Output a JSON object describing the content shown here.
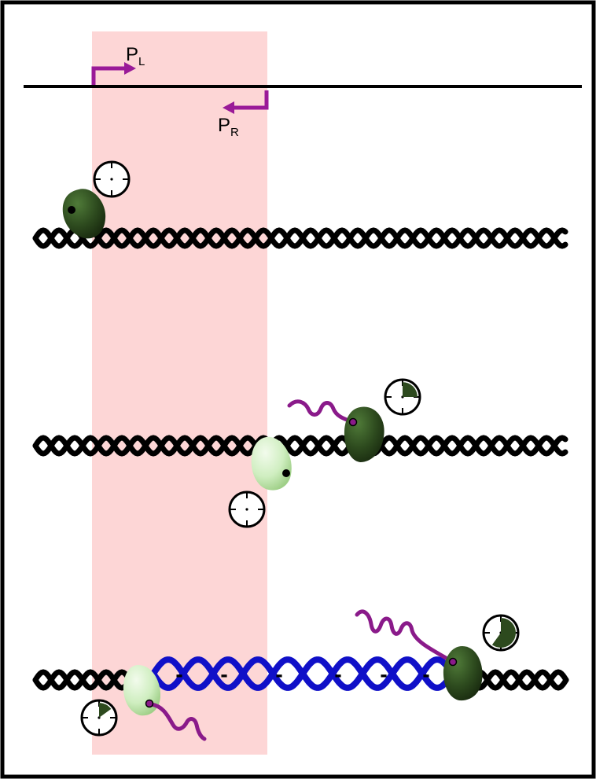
{
  "promoters": {
    "left": {
      "letter": "P",
      "subscript": "L"
    },
    "right": {
      "letter": "P",
      "subscript": "R"
    }
  },
  "colors": {
    "promoter_region": "#fdd6d6",
    "promoter_arrow": "#9a1a98",
    "dna": "#000000",
    "supercoiled_dna": "#1010c8",
    "polymerase_dark": "#2d4a1e",
    "polymerase_light": "#cfeec0",
    "rna": "#8a1a8a",
    "clock_fill": "#2d4a1e"
  },
  "icons": [
    "promoter-arrow-icon",
    "rna-polymerase-icon",
    "timer-clock-icon",
    "rna-transcript-icon",
    "negative-charge-icon"
  ],
  "panels": [
    {
      "id": "binding",
      "clocks": [
        {
          "progress": 0
        }
      ]
    },
    {
      "id": "transcription",
      "clocks": [
        {
          "progress": 0.25
        },
        {
          "progress": 0
        }
      ]
    },
    {
      "id": "supercoiling",
      "clocks": [
        {
          "progress": 0.6
        },
        {
          "progress": 0.15
        }
      ],
      "charge_symbol": "-",
      "charge_count": 6
    }
  ]
}
